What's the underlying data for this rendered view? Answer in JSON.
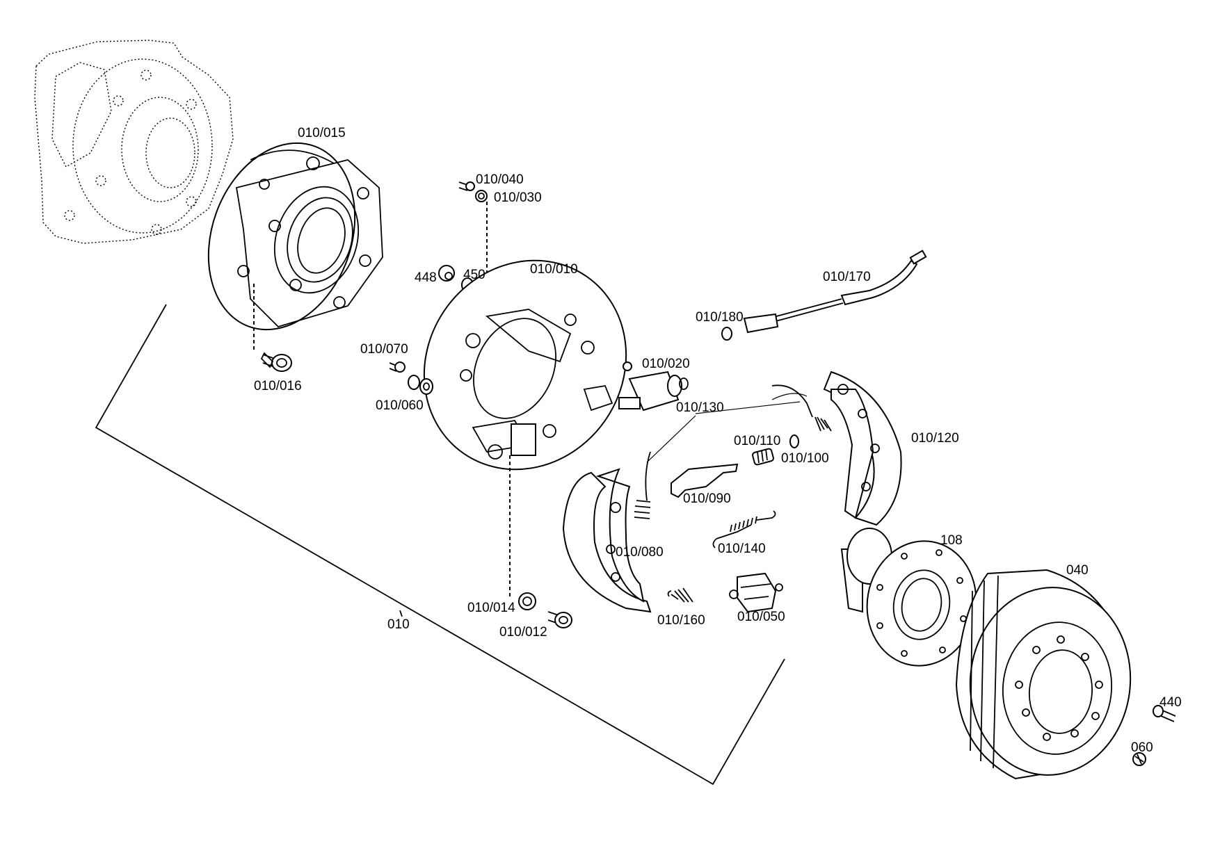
{
  "labels": {
    "l_010_015": "010/015",
    "l_010_016": "010/016",
    "l_010_040": "010/040",
    "l_010_030": "010/030",
    "l_448": "448",
    "l_450": "450",
    "l_010_010": "010/010",
    "l_010_170": "010/170",
    "l_010_180": "010/180",
    "l_010_070": "010/070",
    "l_010_060": "010/060",
    "l_010_020": "010/020",
    "l_010_130": "010/130",
    "l_010_110": "010/110",
    "l_010_100": "010/100",
    "l_010_120": "010/120",
    "l_010_090": "010/090",
    "l_010_080": "010/080",
    "l_010_140": "010/140",
    "l_108": "108",
    "l_040": "040",
    "l_010_014": "010/014",
    "l_010_012": "010/012",
    "l_010_160": "010/160",
    "l_010_050": "010/050",
    "l_010": "010",
    "l_440": "440",
    "l_060": "060"
  }
}
